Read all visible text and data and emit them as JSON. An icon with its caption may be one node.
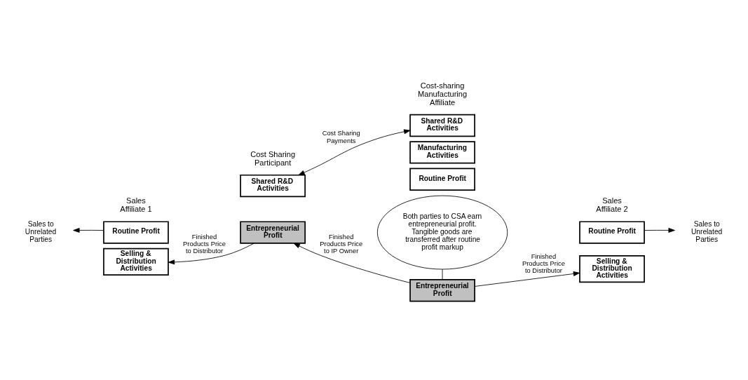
{
  "diagram": {
    "nodes": [
      {
        "text": [
          "Sales to Unrelated Parties"
        ]
      },
      {
        "text": [
          "Both parties to CSA earn entrepreneurial profit. Tangible goods are transferred after routine profit markup"
        ]
      },
      {
        "text": [
          "Sales to Unrelated Parties"
        ]
      },
      {
        "text": [
          "Routine Profit"
        ]
      },
      {
        "text": [
          "Selling & Distribution Activities"
        ]
      },
      {
        "text": [
          "Routine Profit"
        ]
      },
      {
        "text": [
          "Selling & Distribution Activities"
        ]
      },
      {
        "text": [
          "Entrepreneurial Profit"
        ]
      },
      {
        "text": [
          "Entrepreneurial Profit"
        ]
      },
      {
        "text": [
          "Routine Profit"
        ]
      },
      {
        "text": [
          "Manufacturing Activities"
        ]
      },
      {
        "text": [
          "Shared R&D Activities"
        ]
      },
      {
        "text": [
          "Shared R&D Activities"
        ]
      }
    ],
    "edges": [
      {
        "from": 3,
        "to": 0,
        "arrow": "to"
      },
      {
        "from": 5,
        "to": 2,
        "arrow": "to"
      },
      {
        "from": 1,
        "to": 8,
        "arrow": "none"
      },
      {
        "from": 7,
        "to": 4,
        "arrow": "to",
        "label": "Finished Products Price to Distributor"
      },
      {
        "from": 8,
        "to": 7,
        "arrow": "to",
        "label": "Finished Products Price to IP Owner"
      },
      {
        "from": 8,
        "to": 6,
        "arrow": "to",
        "label": "Finished Products Price to Distributor"
      },
      {
        "from": 12,
        "to": 11,
        "arrow": "both",
        "label": "Cost Sharing Payments"
      }
    ],
    "labels": [
      "Sales Affiliate 1",
      "Cost Sharing Participant",
      "Cost-sharing Manufacturing Affiliate",
      "Sales Affiliate 2"
    ]
  }
}
